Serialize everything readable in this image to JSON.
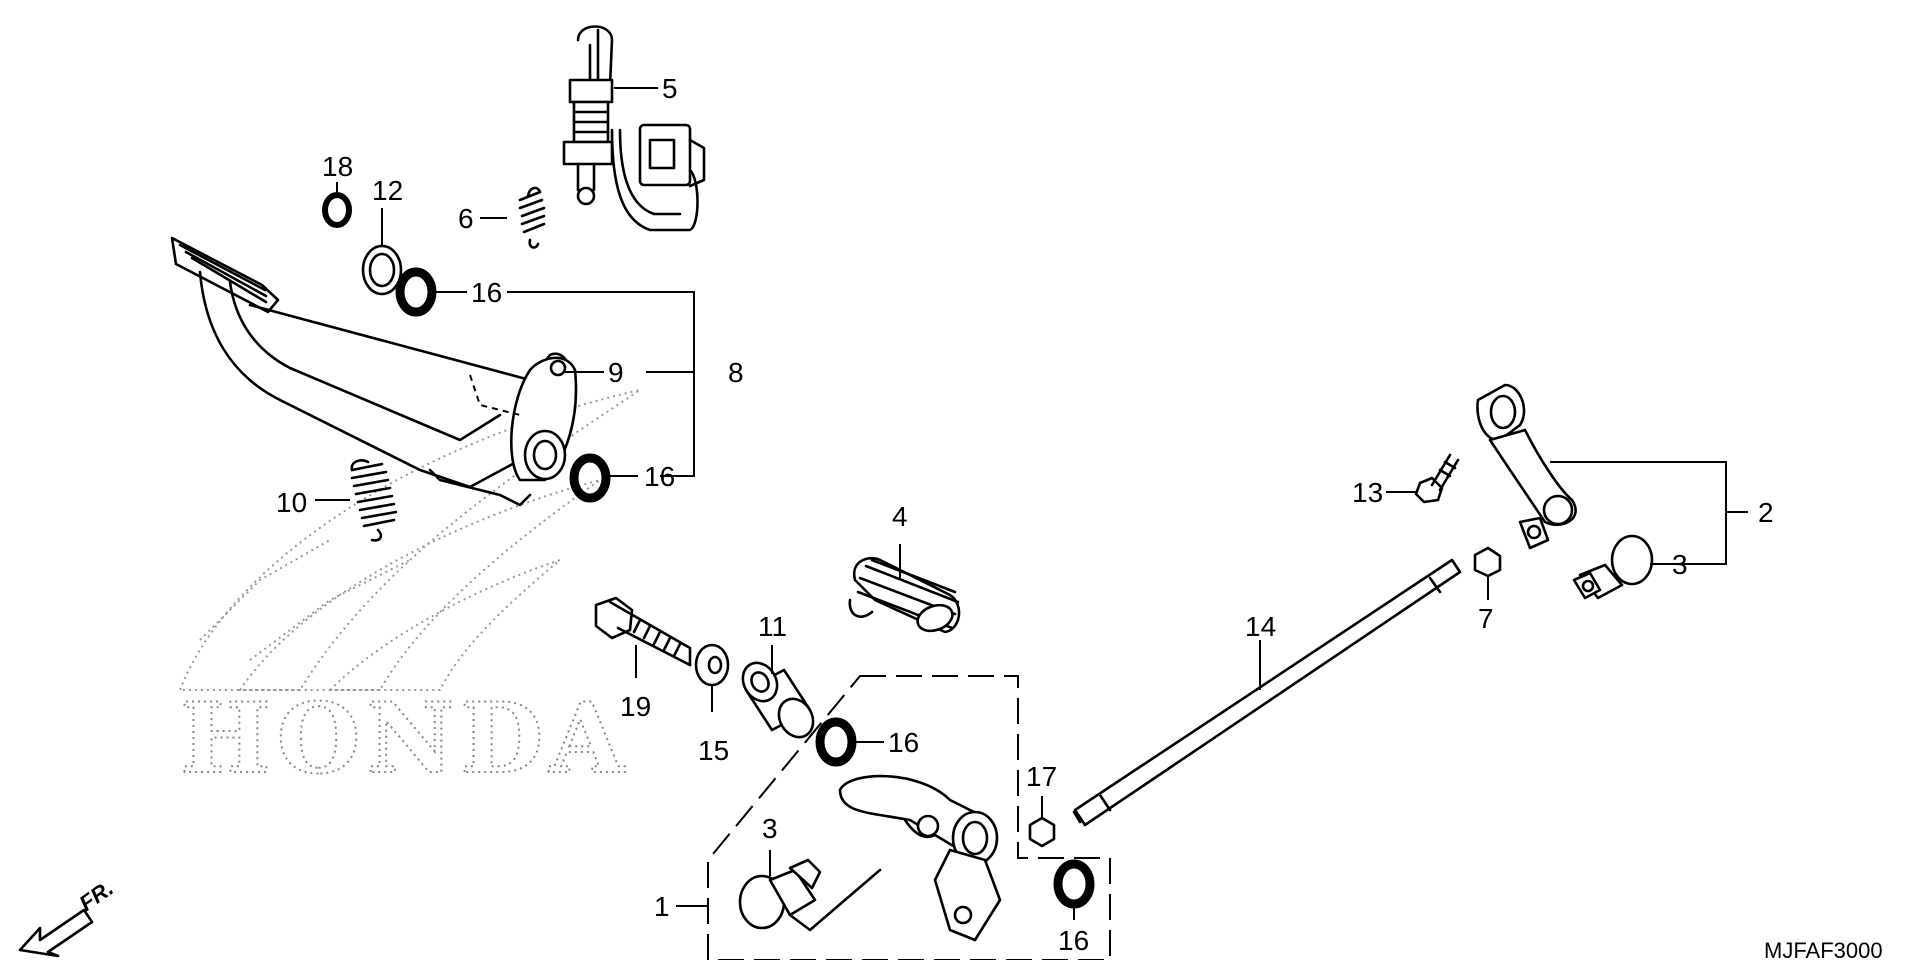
{
  "parts": [
    {
      "id": "p1",
      "label": "1"
    },
    {
      "id": "p2",
      "label": "2"
    },
    {
      "id": "p3a",
      "label": "3"
    },
    {
      "id": "p3b",
      "label": "3"
    },
    {
      "id": "p4",
      "label": "4"
    },
    {
      "id": "p5",
      "label": "5"
    },
    {
      "id": "p6",
      "label": "6"
    },
    {
      "id": "p7",
      "label": "7"
    },
    {
      "id": "p8",
      "label": "8"
    },
    {
      "id": "p9",
      "label": "9"
    },
    {
      "id": "p10",
      "label": "10"
    },
    {
      "id": "p11",
      "label": "11"
    },
    {
      "id": "p12",
      "label": "12"
    },
    {
      "id": "p13",
      "label": "13"
    },
    {
      "id": "p14",
      "label": "14"
    },
    {
      "id": "p15",
      "label": "15"
    },
    {
      "id": "p16a",
      "label": "16"
    },
    {
      "id": "p16b",
      "label": "16"
    },
    {
      "id": "p16c",
      "label": "16"
    },
    {
      "id": "p16d",
      "label": "16"
    },
    {
      "id": "p17",
      "label": "17"
    },
    {
      "id": "p18",
      "label": "18"
    },
    {
      "id": "p19",
      "label": "19"
    }
  ],
  "watermark": "HONDA",
  "front_marker": "FR.",
  "diagram_code": "MJFAF3000"
}
